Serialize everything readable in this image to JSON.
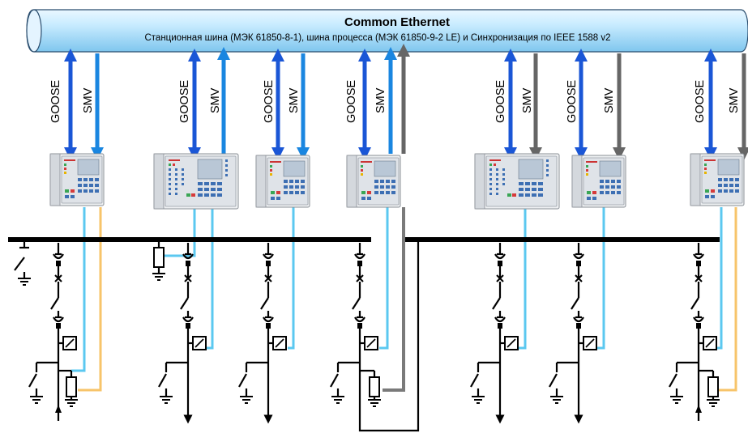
{
  "bus": {
    "title": "Common Ethernet",
    "subtitle": "Станционная шина (МЭК 61850-8-1), шина процесса (МЭК 61850-9-2 LE) и Синхронизация по IEEE 1588 v2"
  },
  "labels": {
    "goose": "GOOSE",
    "smv": "SMV"
  },
  "colors": {
    "goose_arrow": "#1a56d6",
    "smv_arrow": "#1a86e0",
    "smv_grey": "#666666",
    "process_light_blue": "#5bc8f0",
    "process_orange": "#f7c46a",
    "process_grey": "#7a7a7a",
    "busbar": "#000000"
  },
  "columns": [
    {
      "id": 1,
      "goose": true,
      "smv": true,
      "smv_style": "blue",
      "device": "small"
    },
    {
      "id": 2,
      "goose": true,
      "smv": true,
      "smv_style": "blue",
      "device": "large"
    },
    {
      "id": 3,
      "goose": true,
      "smv": true,
      "smv_style": "blue",
      "device": "small"
    },
    {
      "id": 4,
      "goose": true,
      "smv": true,
      "smv_style": "blue",
      "extra_grey": true,
      "device": "small"
    },
    {
      "id": 5,
      "goose": true,
      "smv": true,
      "smv_style": "grey",
      "device": "large"
    },
    {
      "id": 6,
      "goose": true,
      "smv": true,
      "smv_style": "grey",
      "device": "small"
    },
    {
      "id": 7,
      "goose": true,
      "smv": true,
      "smv_style": "grey",
      "device": "small"
    }
  ]
}
